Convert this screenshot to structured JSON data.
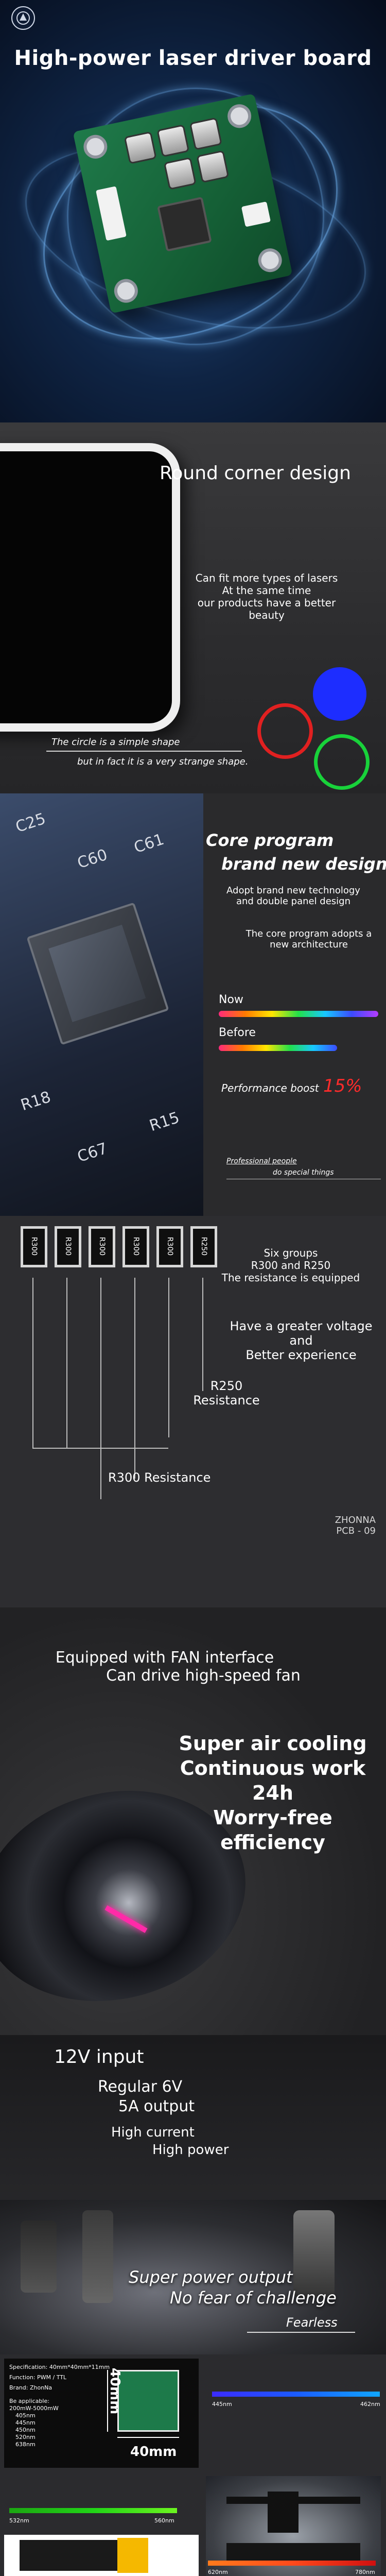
{
  "hero": {
    "title": "High-power laser driver board"
  },
  "corner": {
    "heading": "Round corner design",
    "desc_lines": [
      "Can fit more types of lasers",
      "At the same time",
      "our products have a better",
      "beauty"
    ],
    "caption_1": "The circle is a simple shape",
    "caption_2": "but in fact it is a very strange shape.",
    "colors": {
      "blue": "#1d2dff",
      "red": "#e02020",
      "green": "#18d23a"
    }
  },
  "core": {
    "heading_1": "Core program",
    "heading_2": "brand new design",
    "tech_1": "Adopt brand new technology",
    "tech_2": "and double panel design",
    "arch_1": "The core program adopts a",
    "arch_2": "new architecture",
    "now_label": "Now",
    "before_label": "Before",
    "boost_label": "Performance boost",
    "boost_value": "15%",
    "tag_1": "Professional people",
    "tag_2": "do special things",
    "chip_codes": [
      "C25",
      "C60",
      "C61",
      "R18",
      "C67",
      "R15"
    ]
  },
  "resistors": {
    "labels": [
      "R300",
      "R300",
      "R300",
      "R300",
      "R300",
      "R250"
    ],
    "groups_1": "Six groups",
    "groups_2": "R300 and R250",
    "groups_3": "The resistance is equipped",
    "voltage_1": "Have a greater voltage",
    "voltage_2": "and",
    "voltage_3": "Better experience",
    "r250_1": "R250",
    "r250_2": "Resistance",
    "r300": "R300 Resistance",
    "brand": "ZHONNA",
    "model": "PCB - 09"
  },
  "fan": {
    "line_1": "Equipped with FAN interface",
    "line_2": "Can drive high-speed fan",
    "cool_1": "Super air cooling",
    "cool_2": "Continuous work 24h",
    "cool_3": "Worry-free efficiency"
  },
  "power": {
    "input": "12V input",
    "output_1": "Regular 6V",
    "output_2": "5A output",
    "current_1": "High current",
    "current_2": "High power",
    "slogan_1": "Super power output",
    "slogan_2": "No fear of challenge",
    "slogan_3": "Fearless"
  },
  "specs": {
    "spec_line": "Specification:  40mm*40mm*11mm",
    "function_line": "Function:   PWM / TTL",
    "brand_line": "Brand:   ZhonNa",
    "applicable_title": "Be applicable:",
    "applicable": [
      "200mW-5000mW",
      "405nm",
      "445nm",
      "450nm",
      "520nm",
      "638nm"
    ],
    "dim_v": "40mm",
    "dim_h": "40mm",
    "blue_range": {
      "start": "445nm",
      "end": "462nm",
      "color": "#1b5bff"
    },
    "green_range": {
      "start": "532nm",
      "end": "560nm",
      "color": "#21d417"
    },
    "red_range": {
      "start": "620nm",
      "end": "780nm",
      "color": "#ff4a1c"
    }
  }
}
